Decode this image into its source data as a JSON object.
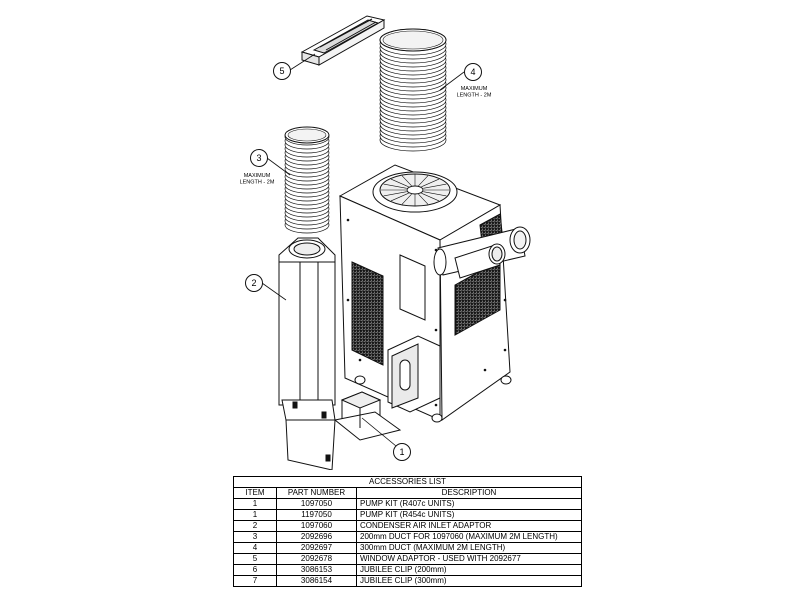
{
  "callouts": [
    {
      "num": "1"
    },
    {
      "num": "2"
    },
    {
      "num": "3",
      "note_line1": "MAXIMUM",
      "note_line2": "LENGTH - 2M"
    },
    {
      "num": "4",
      "note_line1": "MAXIMUM",
      "note_line2": "LENGTH - 2M"
    },
    {
      "num": "5"
    }
  ],
  "table": {
    "title": "ACCESSORIES LIST",
    "headers": [
      "ITEM",
      "PART NUMBER",
      "DESCRIPTION"
    ],
    "rows": [
      {
        "item": "1",
        "part": "1097050",
        "desc": "PUMP KIT (R407c UNITS)"
      },
      {
        "item": "1",
        "part": "1197050",
        "desc": "PUMP KIT (R454c UNITS)"
      },
      {
        "item": "2",
        "part": "1097060",
        "desc": "CONDENSER AIR INLET ADAPTOR"
      },
      {
        "item": "3",
        "part": "2092696",
        "desc": "200mm DUCT FOR 1097060 (MAXIMUM 2M LENGTH)"
      },
      {
        "item": "4",
        "part": "2092697",
        "desc": "300mm DUCT (MAXIMUM 2M LENGTH)"
      },
      {
        "item": "5",
        "part": "2092678",
        "desc": "WINDOW ADAPTOR - USED WITH 2092677"
      },
      {
        "item": "6",
        "part": "3086153",
        "desc": "JUBILEE CLIP (200mm)"
      },
      {
        "item": "7",
        "part": "3086154",
        "desc": "JUBILEE CLIP (300mm)"
      }
    ]
  }
}
